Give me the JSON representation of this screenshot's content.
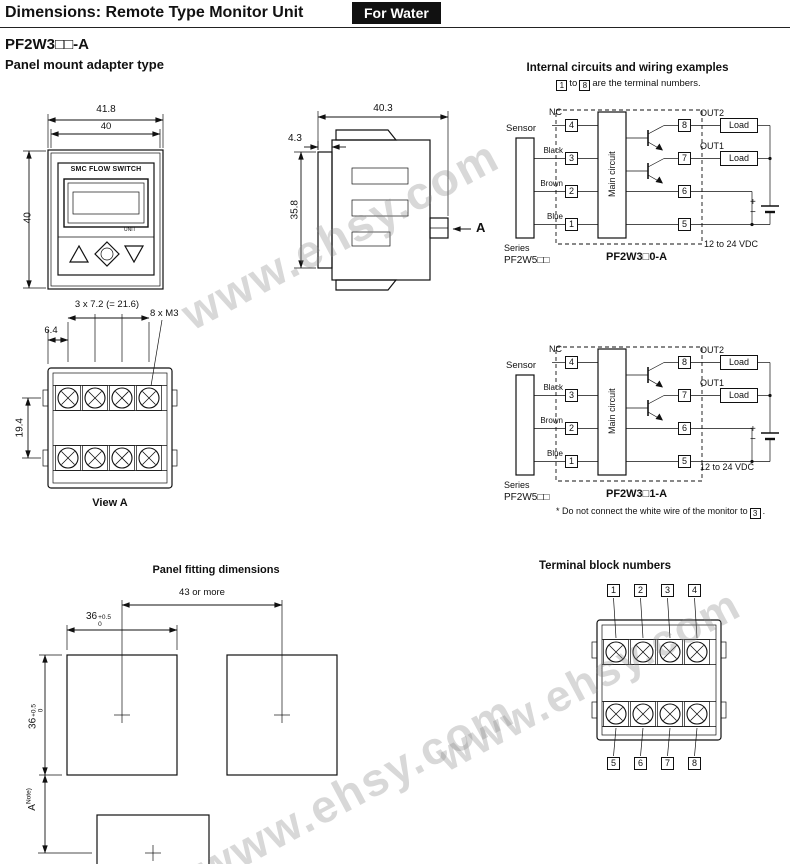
{
  "header": {
    "title": "Dimensions: Remote Type Monitor Unit",
    "badge": "For Water"
  },
  "section": {
    "model": "PF2W3□□-A",
    "subtitle": "Panel mount adapter type"
  },
  "watermark": "www.ehsy.com",
  "front_view": {
    "dim_outer_width": "41.8",
    "dim_body_width": "40",
    "dim_height": "40",
    "display_title": "SMC FLOW SWITCH",
    "unit_label": "UNIT"
  },
  "side_view": {
    "dim_depth": "40.3",
    "dim_plate": "4.3",
    "dim_height": "35.8",
    "arrow_label": "A"
  },
  "view_a": {
    "dim_pitch": "3 x 7.2 (= 21.6)",
    "dim_screws": "8 x M3",
    "dim_edge": "6.4",
    "dim_rows": "19.4",
    "caption": "View A"
  },
  "circuits": {
    "heading": "Internal circuits and wiring examples",
    "note": {
      "t1": "1",
      "mid": "to",
      "t8": "8",
      "rest": "are the terminal numbers."
    },
    "common": {
      "sensor": "Sensor",
      "nc": "NC",
      "wires": [
        "Black",
        "Brown",
        "Blue"
      ],
      "inputs": [
        "4",
        "3",
        "2",
        "1"
      ],
      "main": "Main circuit",
      "outputs": [
        "8",
        "7",
        "6",
        "5"
      ],
      "out2": "OUT2",
      "out1": "OUT1",
      "load": "Load",
      "plus": "+",
      "minus": "−",
      "voltage": "12 to 24 VDC",
      "series": "Series",
      "series_model": "PF2W5□□"
    },
    "diagram1": {
      "model": "PF2W3□0-A"
    },
    "diagram2": {
      "model": "PF2W3□1-A"
    },
    "footnote": {
      "pre": "* Do not connect the white wire of the monitor to",
      "num": "3",
      "post": "."
    }
  },
  "panel_fitting": {
    "heading": "Panel fitting dimensions",
    "dim_spacing": "43 or more",
    "dim_w": "36",
    "dim_w_tol_top": "+0.5",
    "dim_w_tol_bottom": "0",
    "dim_h": "36",
    "dim_h_tol_top": "+0.5",
    "dim_h_tol_bottom": "0",
    "a_label": "A",
    "a_note": "Note)"
  },
  "terminal_block": {
    "heading": "Terminal block numbers",
    "top": [
      "1",
      "2",
      "3",
      "4"
    ],
    "bottom": [
      "5",
      "6",
      "7",
      "8"
    ]
  }
}
